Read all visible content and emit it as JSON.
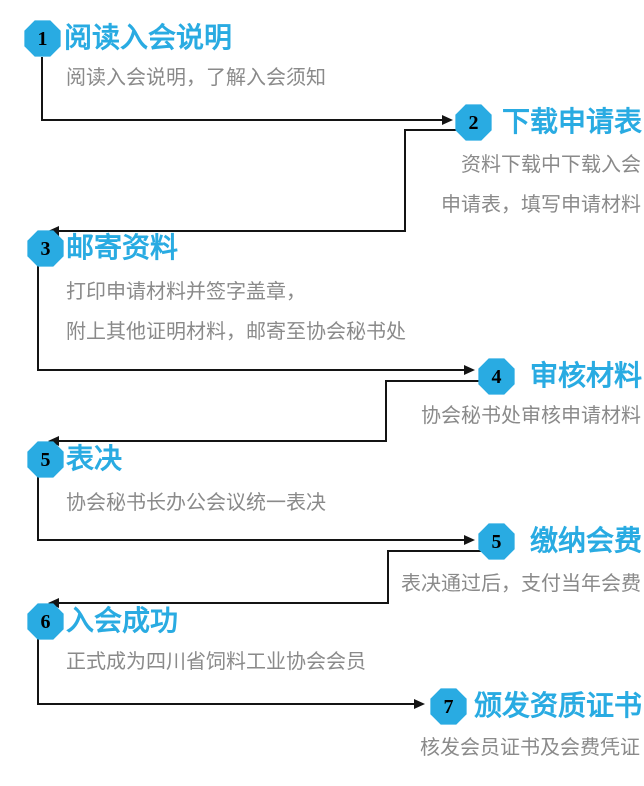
{
  "colors": {
    "accent": "#29abe2",
    "line": "#141414",
    "desc_text": "#8a8a8a",
    "badge_number": "#000000",
    "background": "#ffffff"
  },
  "flowchart": {
    "steps": [
      {
        "number": "1",
        "title": "阅读入会说明",
        "side": "left",
        "desc_lines": [
          "阅读入会说明，了解入会须知"
        ]
      },
      {
        "number": "2",
        "title": "下载申请表",
        "side": "right",
        "desc_lines": [
          "资料下载中下载入会",
          "申请表，填写申请材料"
        ]
      },
      {
        "number": "3",
        "title": "邮寄资料",
        "side": "left",
        "desc_lines": [
          "打印申请材料并签字盖章，",
          "附上其他证明材料，邮寄至协会秘书处"
        ]
      },
      {
        "number": "4",
        "title": "审核材料",
        "side": "right",
        "desc_lines": [
          "协会秘书处审核申请材料"
        ]
      },
      {
        "number": "5",
        "title": "表决",
        "side": "left",
        "desc_lines": [
          "协会秘书长办公会议统一表决"
        ]
      },
      {
        "number": "5",
        "title": "缴纳会费",
        "side": "right",
        "desc_lines": [
          "表决通过后，支付当年会费"
        ]
      },
      {
        "number": "6",
        "title": "入会成功",
        "side": "left",
        "desc_lines": [
          "正式成为四川省饲料工业协会会员"
        ]
      },
      {
        "number": "7",
        "title": "颁发资质证书",
        "side": "right",
        "desc_lines": [
          "核发会员证书及会费凭证"
        ]
      }
    ]
  }
}
